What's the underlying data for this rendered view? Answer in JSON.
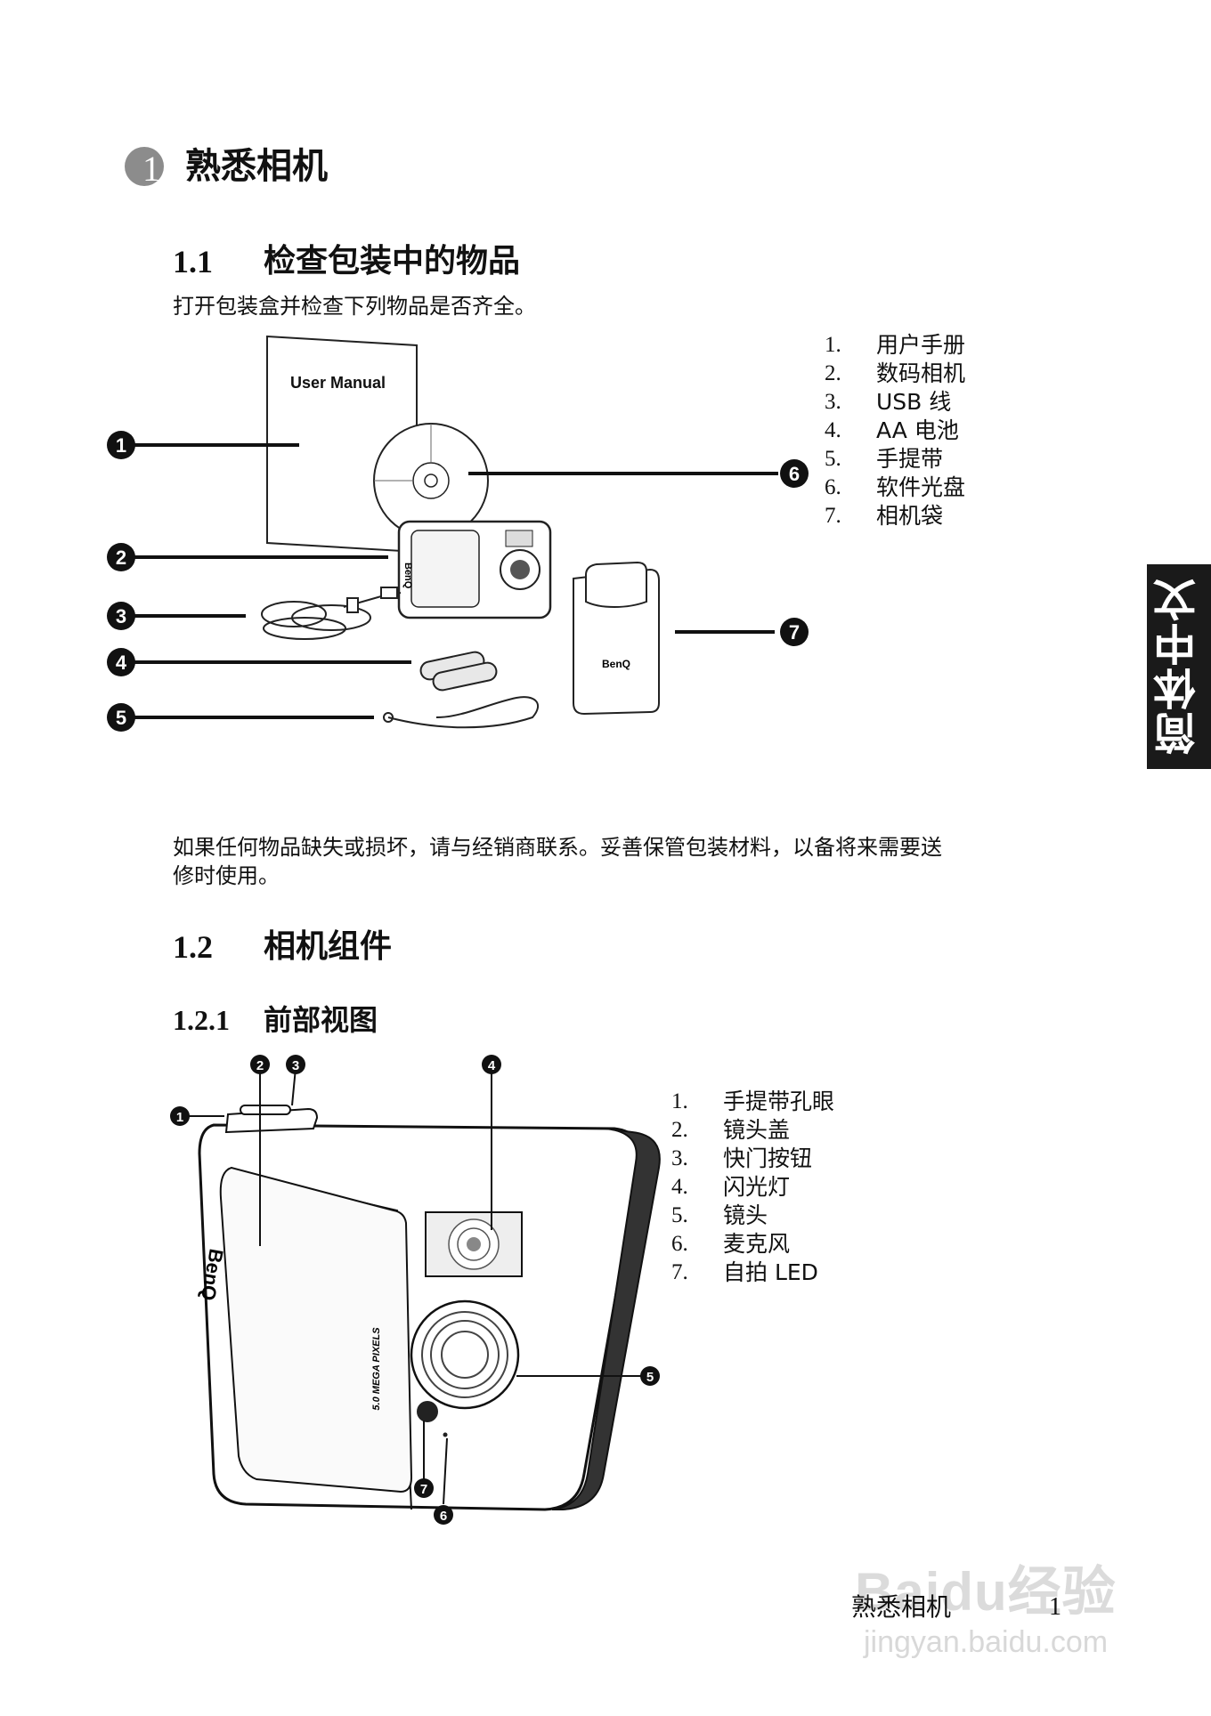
{
  "chapter": {
    "number": "1",
    "title": "熟悉相机"
  },
  "section_1_1": {
    "number": "1.1",
    "title": "检查包装中的物品",
    "intro": "打开包装盒并检查下列物品是否齐全。",
    "items": [
      {
        "n": "1.",
        "label": "用户手册"
      },
      {
        "n": "2.",
        "label": "数码相机"
      },
      {
        "n": "3.",
        "label": "USB 线"
      },
      {
        "n": "4.",
        "label": "AA 电池"
      },
      {
        "n": "5.",
        "label": "手提带"
      },
      {
        "n": "6.",
        "label": "软件光盘"
      },
      {
        "n": "7.",
        "label": "相机袋"
      }
    ],
    "figure": {
      "manual_text": "User Manual",
      "brand": "BenQ",
      "callouts": [
        "1",
        "2",
        "3",
        "4",
        "5",
        "6",
        "7"
      ]
    },
    "note_line1": "如果任何物品缺失或损坏，请与经销商联系。妥善保管包装材料，以备将来需要送",
    "note_line2": "修时使用。"
  },
  "section_1_2": {
    "number": "1.2",
    "title": "相机组件"
  },
  "section_1_2_1": {
    "number": "1.2.1",
    "title": "前部视图",
    "items": [
      {
        "n": "1.",
        "label": "手提带孔眼"
      },
      {
        "n": "2.",
        "label": "镜头盖"
      },
      {
        "n": "3.",
        "label": "快门按钮"
      },
      {
        "n": "4.",
        "label": "闪光灯"
      },
      {
        "n": "5.",
        "label": "镜头"
      },
      {
        "n": "6.",
        "label": "麦克风"
      },
      {
        "n": "7.",
        "label": "自拍 LED"
      }
    ],
    "figure": {
      "brand": "BenQ",
      "pixels_text": "5.0 MEGA PIXELS",
      "callouts": [
        "1",
        "2",
        "3",
        "4",
        "5",
        "6",
        "7"
      ]
    }
  },
  "side_tab": "简体中文",
  "footer": {
    "title": "熟悉相机",
    "page": "1"
  },
  "watermark": {
    "main": "Baidu经验",
    "url": "jingyan.baidu.com"
  }
}
